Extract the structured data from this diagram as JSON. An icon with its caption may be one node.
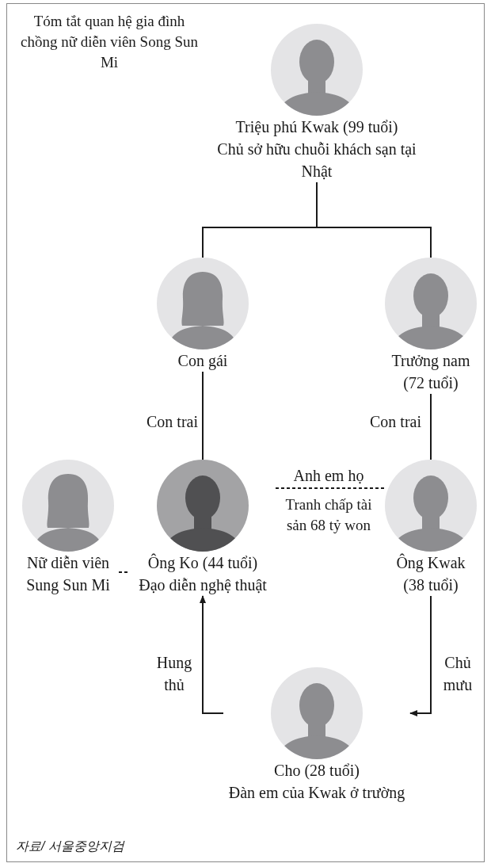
{
  "diagram": {
    "title": "Tóm tắt quan hệ gia đình chồng nữ diễn viên Song Sun Mi",
    "nodes": [
      {
        "text": [
          "Triệu phú Kwak (99 tuổi)",
          "Chủ sở hữu chuỗi khách sạn tại Nhật"
        ]
      },
      {
        "text": [
          "Con gái"
        ]
      },
      {
        "text": [
          "Trưởng nam (72 tuổi)"
        ]
      },
      {
        "text": [
          "Nữ diễn viên Sung Sun Mi"
        ]
      },
      {
        "text": [
          "Ông Ko (44 tuổi)",
          "Đạo diễn nghệ thuật"
        ]
      },
      {
        "text": [
          "Ông Kwak (38 tuổi)"
        ]
      },
      {
        "text": [
          "Cho (28 tuổi)",
          "Đàn em của Kwak ở trường"
        ]
      }
    ],
    "edges": [
      {
        "from": 0,
        "to": 1,
        "arrow": "none"
      },
      {
        "from": 0,
        "to": 2,
        "arrow": "none"
      },
      {
        "from": 1,
        "to": 4,
        "label": "Con trai",
        "arrow": "none"
      },
      {
        "from": 2,
        "to": 5,
        "label": "Con trai",
        "arrow": "none"
      },
      {
        "from": 3,
        "to": 4,
        "arrow": "none",
        "style": "dashed"
      },
      {
        "from": 4,
        "to": 5,
        "label": "Anh em họ",
        "arrow": "none",
        "style": "dashed"
      },
      {
        "from": 5,
        "to": 6,
        "label": "Chủ mưu",
        "arrow": "to"
      },
      {
        "from": 6,
        "to": 4,
        "label": "Hung thủ",
        "arrow": "to"
      }
    ],
    "labels": [
      "Tranh chấp tài sản 68 tỷ won",
      "자료/ 서울중앙지검"
    ]
  }
}
